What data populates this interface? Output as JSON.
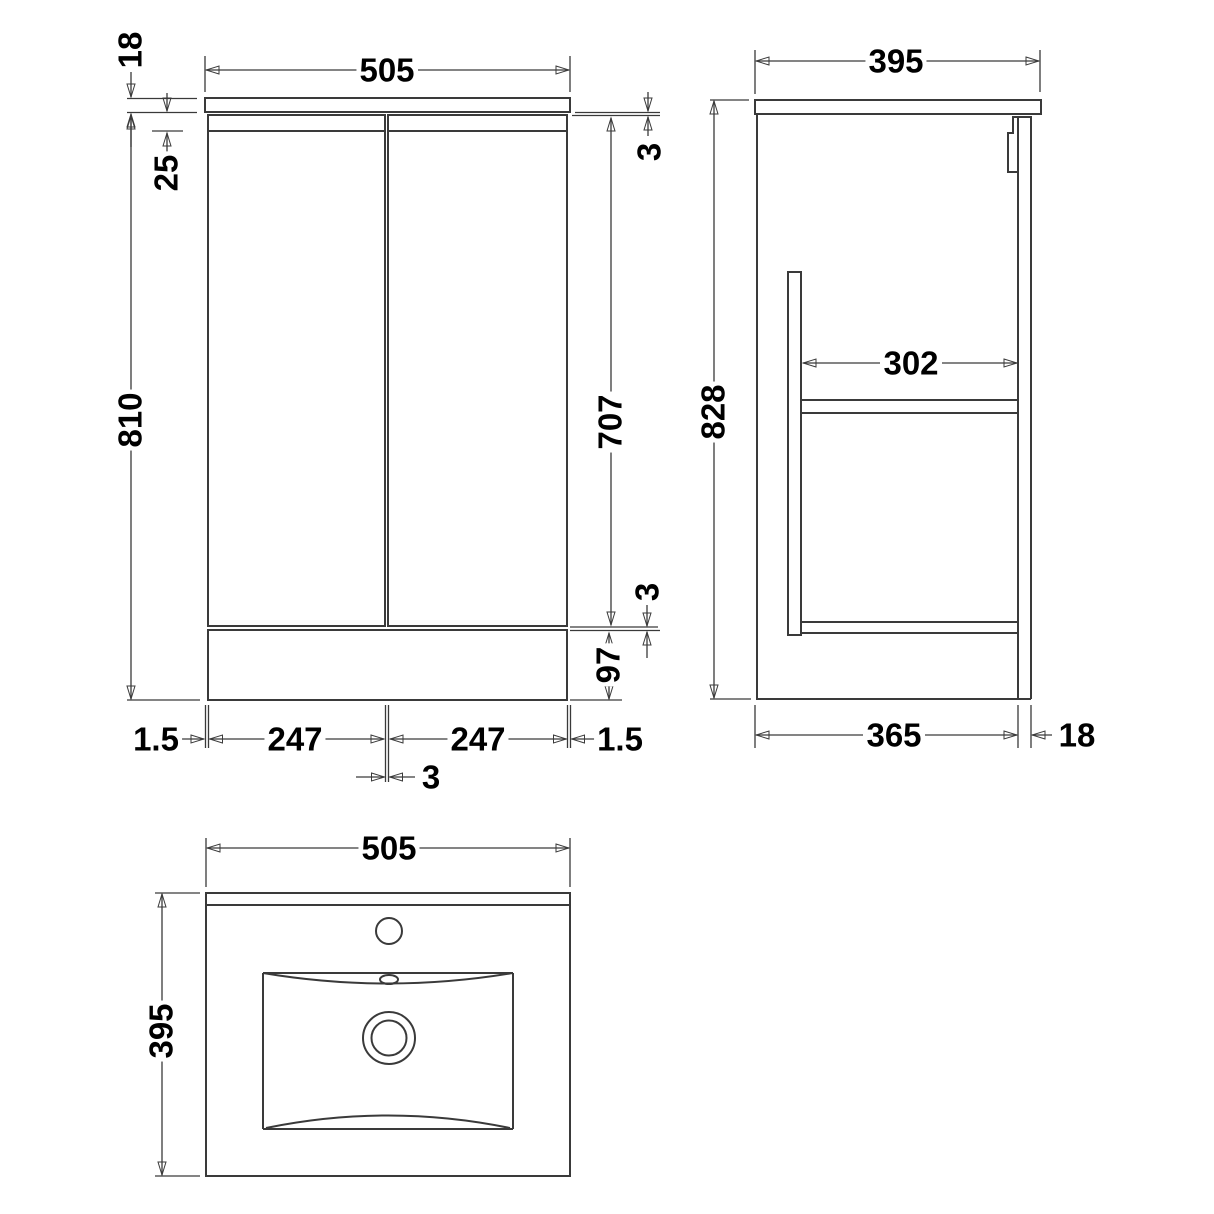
{
  "front": {
    "width": "505",
    "worktop_thickness": "18",
    "top_rail": "25",
    "height": "810",
    "top_gap": "3",
    "door_height": "707",
    "bottom_gap": "3",
    "plinth_height": "97",
    "edge_left": "1.5",
    "door_left_width": "247",
    "door_right_width": "247",
    "edge_right": "1.5",
    "centre_gap": "3"
  },
  "side": {
    "depth": "395",
    "height": "828",
    "internal_depth": "302",
    "body_depth": "365",
    "door_thickness": "18"
  },
  "plan": {
    "width": "505",
    "depth": "395"
  },
  "style": {
    "line_color": "#3a3a3a",
    "text_color": "#000000",
    "background": "#ffffff"
  }
}
